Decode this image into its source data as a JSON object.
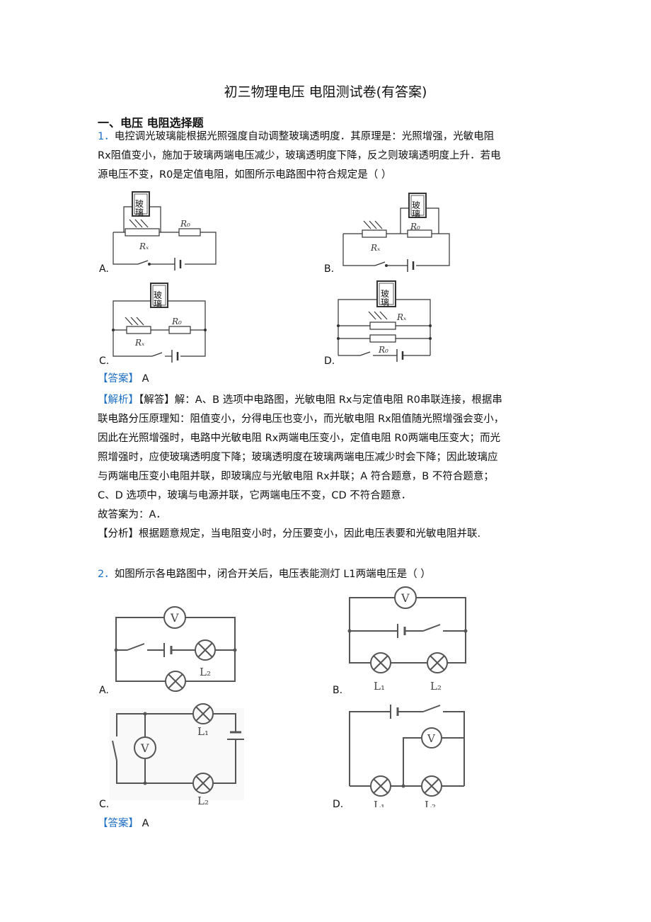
{
  "title": "初三物理电压 电阻测试卷(有答案)",
  "section": "一、电压 电阻选择题",
  "q1": {
    "num": "1．",
    "lines": [
      "电控调光玻璃能根据光照强度自动调整玻璃透明度．其原理是：光照增强，光敏电阻",
      "Rx阻值变小，施加于玻璃两端电压减少，玻璃透明度下降，反之则玻璃透明度上升．若电",
      "源电压不变，R0是定值电阻，如图所示电路图中符合规定是（ ）"
    ],
    "options": [
      "A.",
      "B.",
      "C.",
      "D."
    ],
    "glass_label": "玻璃",
    "rx_label": "Rx",
    "r0_label": "R0",
    "answer_tag": "【答案】",
    "answer": "A",
    "analysis_tag": "【解析】",
    "analysis_lines": [
      "【解答】解：A、B 选项中电路图，光敏电阻 Rx与定值电阻 R0串联连接，根据串",
      "联电路分压原理知：阻值变小，分得电压也变小，而光敏电阻 Rx阻值随光照增强会变小，",
      "因此在光照增强时，电路中光敏电阻 Rx两端电压变小，定值电阻 R0两端电压变大；而光",
      "照增强时，应使玻璃透明度下降；玻璃透明度在玻璃两端电压减少时会下降；因此玻璃应",
      "与两端电压变小电阻并联，即玻璃应与光敏电阻 Rx并联；A 符合题意，B 不符合题意；",
      "C、D 选项中，玻璃与电源并联，它两端电压不变，CD 不符合题意．",
      "故答案为：A．",
      "【分析】根据题意规定，当电阻变小时，分压要变小，因此电压表要和光敏电阻并联."
    ]
  },
  "q2": {
    "num": "2．",
    "text": "如图所示各电路图中，闭合开关后，电压表能测灯 L1两端电压是（ ）",
    "options": [
      "A.",
      "B.",
      "C.",
      "D."
    ],
    "v_label": "V",
    "l1_label": "L1",
    "l2_label": "L2",
    "answer_tag": "【答案】",
    "answer": "A"
  }
}
